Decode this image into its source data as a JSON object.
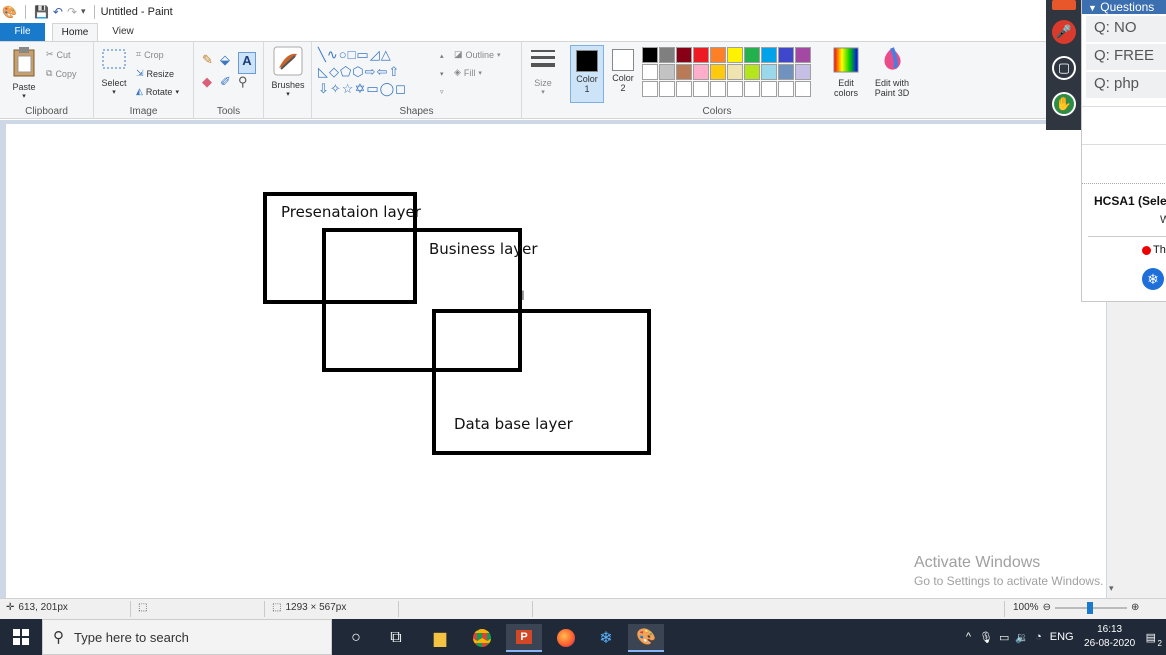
{
  "window": {
    "title": "Untitled - Paint"
  },
  "menu": {
    "file": "File",
    "home": "Home",
    "view": "View"
  },
  "clipboard": {
    "paste": "Paste",
    "cut": "Cut",
    "copy": "Copy",
    "label": "Clipboard"
  },
  "image": {
    "select": "Select",
    "crop": "Crop",
    "resize": "Resize",
    "rotate": "Rotate",
    "label": "Image"
  },
  "tools": {
    "label": "Tools"
  },
  "brushes": {
    "label": "Brushes"
  },
  "shapes": {
    "outline": "Outline",
    "fill": "Fill",
    "label": "Shapes",
    "glyphs": "╲∿○□▭◿△\n◺◇⬠⬡⇨⇦⇧\n⇩✧☆✡▭◯◻"
  },
  "size": {
    "label": "Size"
  },
  "color1": {
    "label": "Color",
    "num": "1",
    "value": "#000000"
  },
  "color2": {
    "label": "Color",
    "num": "2",
    "value": "#ffffff"
  },
  "edit_colors": {
    "label": "Edit colors"
  },
  "paint3d": {
    "label": "Edit with Paint 3D"
  },
  "colors_group": {
    "label": "Colors"
  },
  "palette": [
    "#000000",
    "#7f7f7f",
    "#880015",
    "#ed1c24",
    "#ff7f27",
    "#fff200",
    "#22b14c",
    "#00a2e8",
    "#3f48cc",
    "#a349a4",
    "#ffffff",
    "#c3c3c3",
    "#b97a57",
    "#ffaec9",
    "#ffc90e",
    "#efe4b0",
    "#b5e61d",
    "#99d9ea",
    "#7092be",
    "#c8bfe7",
    "#ffffff",
    "#ffffff",
    "#ffffff",
    "#ffffff",
    "#ffffff",
    "#ffffff",
    "#ffffff",
    "#ffffff",
    "#ffffff",
    "#ffffff"
  ],
  "canvas": {
    "labels": {
      "presentation": "Presenataion layer",
      "business": "Business layer",
      "database": "Data base layer"
    }
  },
  "status": {
    "cursor": "613, 201px",
    "size": "1293 × 567px",
    "zoom": "100%"
  },
  "watermark": {
    "line1": "Activate Windows",
    "line2": "Go to Settings to activate Windows."
  },
  "taskbar": {
    "search_placeholder": "Type here to search",
    "time": "16:13",
    "date": "26-08-2020",
    "lang": "ENG",
    "notif_count": "2"
  },
  "questions": {
    "header": "Questions",
    "items": [
      "Q: NO",
      "Q: FREE",
      "Q: php"
    ],
    "session": "HCSA1 (Sele",
    "w": "W",
    "rec": "Th"
  }
}
